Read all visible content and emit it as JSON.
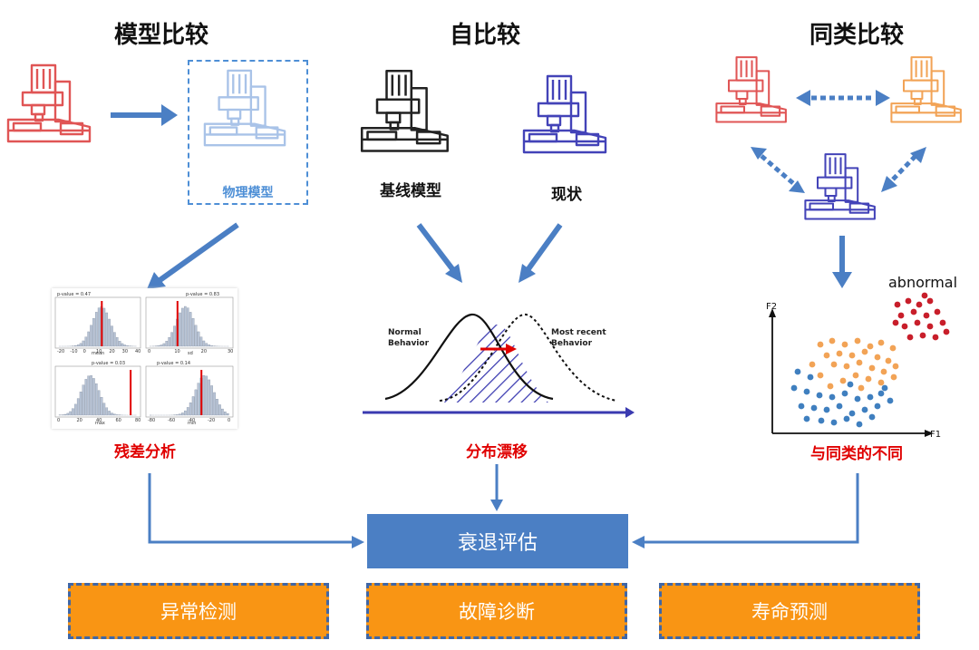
{
  "headings": {
    "model_compare": "模型比较",
    "self_compare": "自比较",
    "peer_compare": "同类比较"
  },
  "labels": {
    "physical_model": "物理模型",
    "baseline_model": "基线模型",
    "current_state": "现状",
    "residual_analysis": "残差分析",
    "distribution_drift": "分布漂移",
    "peer_difference": "与同类的不同"
  },
  "distribution": {
    "normal_line1": "Normal",
    "normal_line2": "Behavior",
    "recent_line1": "Most recent",
    "recent_line2": "Behavior"
  },
  "scatter": {
    "y_axis": "F2",
    "x_axis": "F1",
    "abnormal": "abnormal"
  },
  "histograms": [
    {
      "pvalue": "p-value = 0.47",
      "xlabel": "mean",
      "ticks": [
        "-20",
        "-10",
        "0",
        "10",
        "20",
        "30",
        "40"
      ]
    },
    {
      "pvalue": "p-value = 0.83",
      "xlabel": "sd",
      "ticks": [
        "0",
        "10",
        "20",
        "30"
      ]
    },
    {
      "pvalue": "p-value = 0.03",
      "xlabel": "max",
      "ticks": [
        "0",
        "20",
        "40",
        "60",
        "80"
      ]
    },
    {
      "pvalue": "p-value = 0.14",
      "xlabel": "min",
      "ticks": [
        "-80",
        "-60",
        "-40",
        "-20",
        "0"
      ]
    }
  ],
  "boxes": {
    "degradation_eval": "衰退评估",
    "anomaly_detection": "异常检测",
    "fault_diagnosis": "故障诊断",
    "life_prediction": "寿命预测"
  },
  "colors": {
    "arrow_blue": "#4b7fc4",
    "eval_box": "#4b7fc4",
    "orange_box": "#f99514",
    "red_text": "#e00000",
    "machine_red": "#e05555",
    "machine_orange": "#f2a356",
    "machine_blue": "#4343b8",
    "machine_light": "#a9c3e8"
  }
}
